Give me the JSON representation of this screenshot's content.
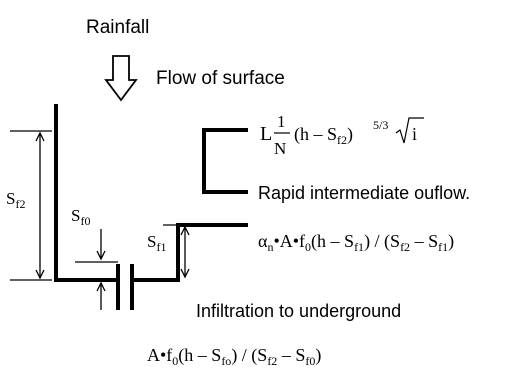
{
  "labels": {
    "rainfall": "Rainfall",
    "flow_of_surface": "Flow of surface",
    "rapid_outflow": "Rapid intermediate ouflow.",
    "infiltration": "Infiltration to underground"
  },
  "symbols": {
    "sf2": "S",
    "sf2_sub": "f2",
    "sf0": "S",
    "sf0_sub": "f0",
    "sf1": "S",
    "sf1_sub": "f1"
  },
  "formulas": {
    "surface": {
      "L": "L",
      "frac_num": "1",
      "frac_den": "N",
      "body_open": "(h – S",
      "body_sub": "f2",
      "body_close": ")",
      "exponent": "5/3",
      "root_arg": "i"
    },
    "intermediate": {
      "alpha": "α",
      "alpha_sub": "n",
      "mid": "•A•f",
      "f_sub": "0",
      "p1": "(h – S",
      "p1_sub": "f1",
      "p2": ") / (S",
      "p2_sub": "f2",
      "p3": " – S",
      "p3_sub": "f1",
      "p4": ")"
    },
    "underground": {
      "start": "A•f",
      "f_sub": "0",
      "p1": "(h – S",
      "p1_sub": "fo",
      "p2": ") / (S",
      "p2_sub": "f2",
      "p3": " – S",
      "p3_sub": "f0",
      "p4": ")"
    }
  }
}
